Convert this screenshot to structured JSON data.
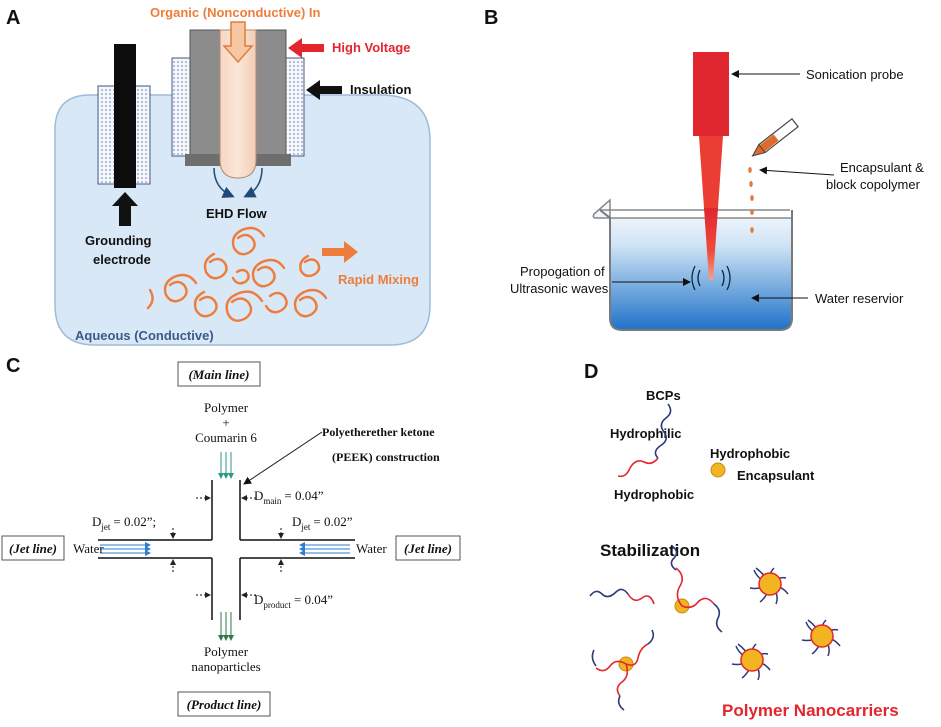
{
  "panels": {
    "A": {
      "letter": "A",
      "organic_in": "Organic (Nonconductive) In",
      "high_voltage": "High Voltage",
      "insulation": "Insulation",
      "ehd_flow": "EHD Flow",
      "grounding_1": "Grounding",
      "grounding_2": "electrode",
      "rapid_mixing": "Rapid Mixing",
      "aqueous": "Aqueous (Conductive)"
    },
    "B": {
      "letter": "B",
      "sonication_probe": "Sonication probe",
      "encapsulant_1": "Encapsulant &",
      "encapsulant_2": "block copolymer",
      "propagation_1": "Propogation of",
      "propagation_2": "Ultrasonic waves",
      "water_reservoir": "Water reservior"
    },
    "C": {
      "letter": "C",
      "main_line": "(Main line)",
      "polymer_top": "Polymer",
      "plus": "+",
      "coumarin": "Coumarin 6",
      "peek_1": "Polyetherether ketone",
      "peek_2": "(PEEK) construction",
      "d_main_symbol": "D",
      "d_main_sub": "main",
      "d_main_value": "= 0.04”",
      "d_jet_left_symbol": "D",
      "d_jet_left_sub": "jet",
      "d_jet_left_value": "= 0.02”;",
      "d_jet_right_symbol": "D",
      "d_jet_right_sub": "jet",
      "d_jet_right_value": "= 0.02”",
      "jet_line_left": "(Jet line)",
      "jet_line_right": "(Jet line)",
      "water_left": "Water",
      "water_right": "Water",
      "d_product_symbol": "D",
      "d_product_sub": "product",
      "d_product_value": "= 0.04”",
      "polymer_bottom": "Polymer",
      "nanoparticles": "nanoparticles",
      "product_line": "(Product line)"
    },
    "D": {
      "letter": "D",
      "bcps": "BCPs",
      "hydrophilic": "Hydrophilic",
      "hydrophobic_top": "Hydrophobic",
      "encapsulant": "Encapsulant",
      "hydrophobic_bottom": "Hydrophobic",
      "stabilization": "Stabilization",
      "polymer_nanocarriers": "Polymer Nanocarriers"
    }
  },
  "colors": {
    "orange": "#ee7d3b",
    "red": "#e3262e",
    "navy": "#2a3a7a",
    "light_blue": "#cfe2f3",
    "gold": "#f3b422"
  }
}
